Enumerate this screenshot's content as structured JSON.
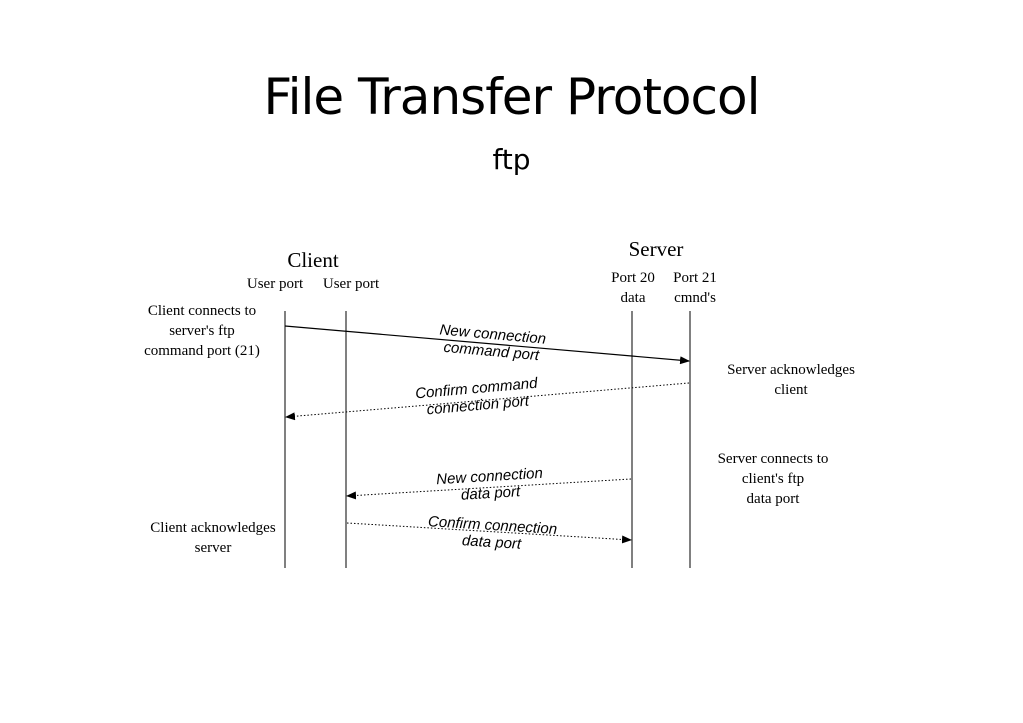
{
  "slide": {
    "title": "File Transfer Protocol",
    "subtitle": "ftp"
  },
  "diagram": {
    "client": {
      "heading": "Client",
      "ports": [
        "User port",
        "User port"
      ]
    },
    "server": {
      "heading": "Server",
      "ports": [
        {
          "line1": "Port 20",
          "line2": "data"
        },
        {
          "line1": "Port 21",
          "line2": "cmnd's"
        }
      ]
    },
    "notes": {
      "client_connects": [
        "Client connects to",
        "server's ftp",
        "command port (21)"
      ],
      "server_acknowledges": [
        "Server acknowledges",
        "client"
      ],
      "server_connects": [
        "Server connects to",
        "client's ftp",
        "data port"
      ],
      "client_acknowledges": [
        "Client acknowledges",
        "server"
      ]
    },
    "messages": [
      {
        "line1": "New connection",
        "line2": "command port",
        "style": "solid"
      },
      {
        "line1": "Confirm command",
        "line2": "connection port",
        "style": "dotted"
      },
      {
        "line1": "New connection",
        "line2": "data port",
        "style": "dotted"
      },
      {
        "line1": "Confirm connection",
        "line2": "data port",
        "style": "dotted"
      }
    ],
    "colors": {
      "ink": "#000000",
      "background": "#ffffff"
    }
  }
}
